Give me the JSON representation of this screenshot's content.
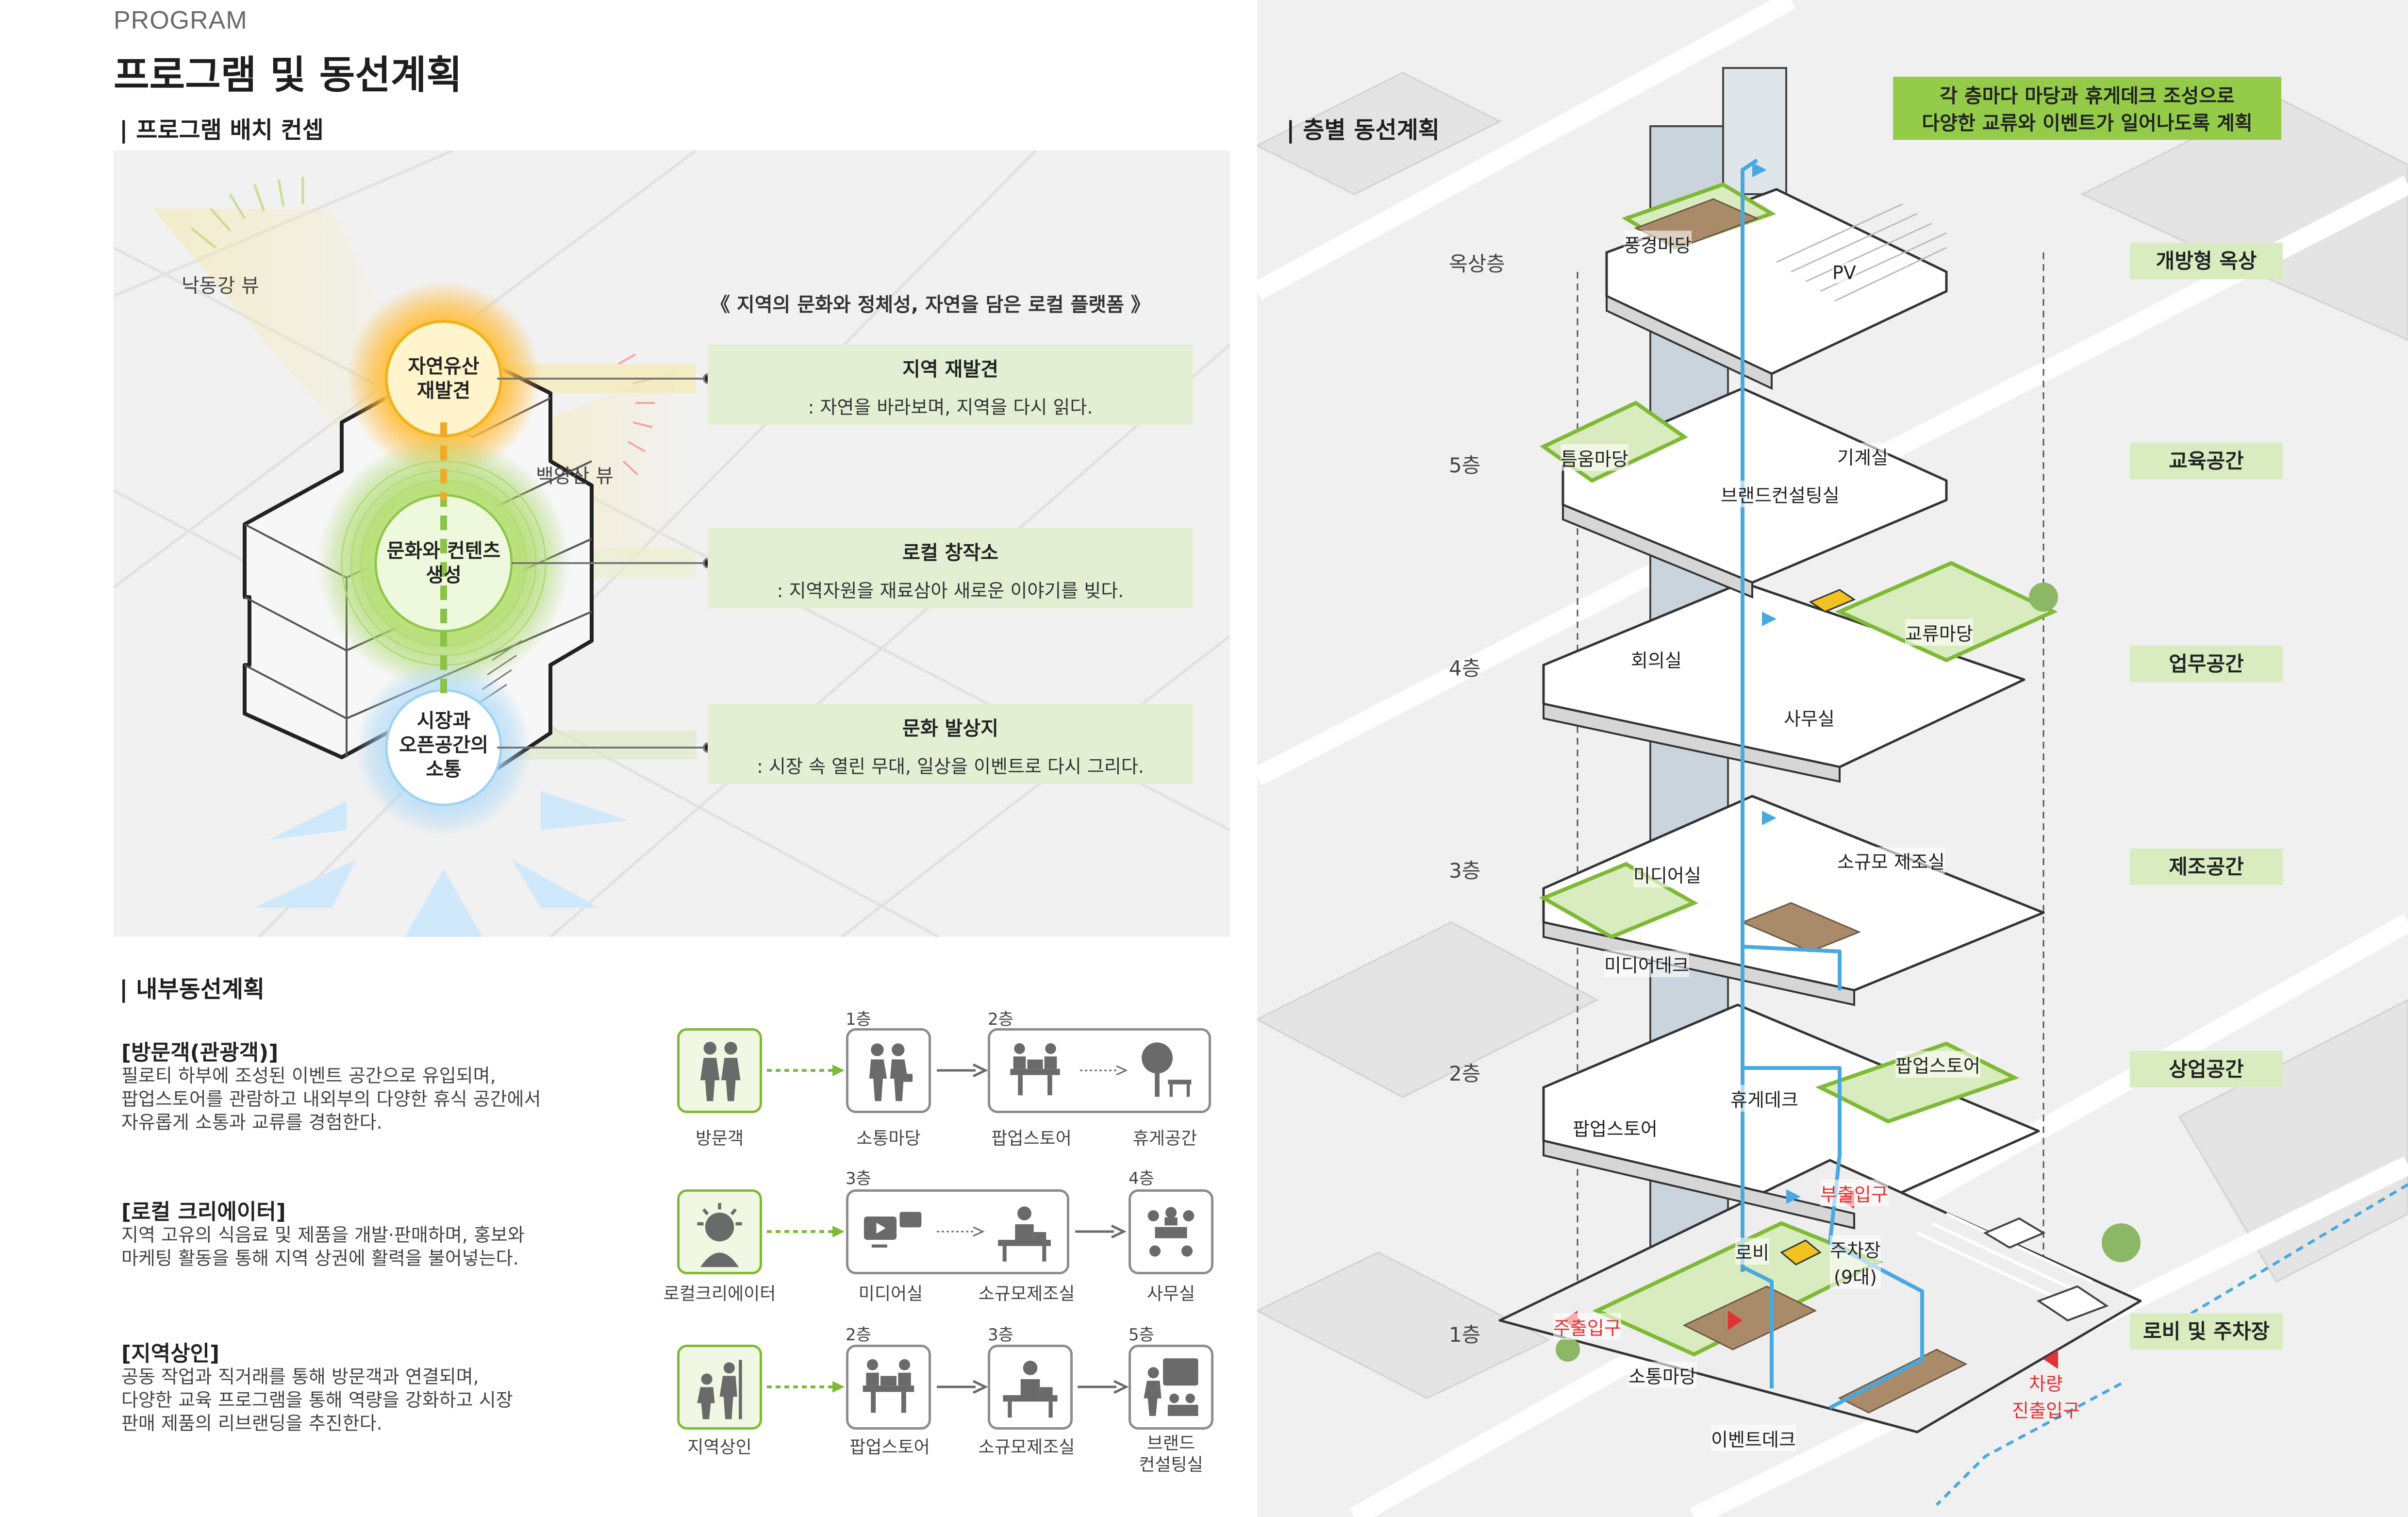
{
  "header": {
    "kicker": "PROGRAM",
    "title": "프로그램 및 동선계획"
  },
  "concept": {
    "section_title": "| 프로그램 배치 컨셉",
    "view_nakdong": "낙동강 뷰",
    "view_baekyang": "백양산 뷰",
    "subtitle": "《 지역의 문화와 정체성, 자연을 담은 로컬 플랫폼 》",
    "circles": [
      {
        "line1": "자연유산",
        "line2": "재발견"
      },
      {
        "line1": "문화와 컨텐츠",
        "line2": "생성"
      },
      {
        "line1": "시장과",
        "line2": "오픈공간의",
        "line3": "소통"
      }
    ],
    "boxes": [
      {
        "title": "지역 재발견",
        "desc": ": 자연을 바라보며, 지역을 다시 읽다."
      },
      {
        "title": "로컬 창작소",
        "desc": ": 지역자원을 재료삼아 새로운 이야기를 빚다."
      },
      {
        "title": "문화 발상지",
        "desc": ": 시장 속 열린 무대, 일상을 이벤트로 다시 그리다."
      }
    ]
  },
  "circulation": {
    "section_title": "| 내부동선계획",
    "personas": [
      {
        "heading": "[방문객(관광객)]",
        "desc": [
          "필로티 하부에 조성된 이벤트 공간으로 유입되며,",
          "팝업스토어를 관람하고 내외부의 다양한 휴식 공간에서",
          "자유롭게 소통과 교류를 경험한다."
        ],
        "icon": "visitor-icon",
        "label": "방문객",
        "steps": [
          {
            "floor": "1층",
            "label": "소통마당",
            "icon": "meeting-people-icon"
          },
          {
            "floor": "2층",
            "label": "팝업스토어",
            "icon": "popup-store-icon"
          },
          {
            "floor": "",
            "label": "휴게공간",
            "icon": "tree-bench-icon"
          }
        ]
      },
      {
        "heading": "[로컬 크리에이터]",
        "desc": [
          "지역 고유의 식음료 및 제품을 개발·판매하며, 홍보와",
          "마케팅 활동을 통해 지역 상권에 활력을 불어넣는다."
        ],
        "icon": "creator-icon",
        "label": "로컬크리에이터",
        "steps": [
          {
            "floor": "3층",
            "label": "미디어실",
            "icon": "media-icon"
          },
          {
            "floor": "",
            "label": "소규모제조실",
            "icon": "workshop-icon"
          },
          {
            "floor": "4층",
            "label": "사무실",
            "icon": "office-icon"
          }
        ]
      },
      {
        "heading": "[지역상인]",
        "desc": [
          "공동 작업과 직거래를 통해 방문객과 연결되며,",
          "다양한 교육 프로그램을 통해 역량을 강화하고 시장",
          "판매 제품의 리브랜딩을 추진한다."
        ],
        "icon": "merchant-icon",
        "label": "지역상인",
        "steps": [
          {
            "floor": "2층",
            "label": "팝업스토어",
            "icon": "popup-store-icon"
          },
          {
            "floor": "3층",
            "label": "소규모제조실",
            "icon": "workshop-icon"
          },
          {
            "floor": "5층",
            "label": "브랜드\n컨설팅실",
            "icon": "presentation-icon"
          }
        ]
      }
    ]
  },
  "floors": {
    "section_title": "| 층별 동선계획",
    "callout": [
      "각 층마다 마당과 휴게데크 조성으로",
      "다양한 교류와 이벤트가 일어나도록 계획"
    ],
    "levels": [
      {
        "floor": "옥상층",
        "band": "개방형 옥상"
      },
      {
        "floor": "5층",
        "band": "교육공간"
      },
      {
        "floor": "4층",
        "band": "업무공간"
      },
      {
        "floor": "3층",
        "band": "제조공간"
      },
      {
        "floor": "2층",
        "band": "상업공간"
      },
      {
        "floor": "1층",
        "band": "로비 및 주차장"
      }
    ],
    "tags": {
      "pungyeong": "풍경마당",
      "pv": "PV",
      "teum": "틈움마당",
      "brand": "브랜드컨설팅실",
      "mechanical": "기계실",
      "meeting": "회의실",
      "exchange": "교류마당",
      "office": "사무실",
      "media": "미디어실",
      "small_fab": "소규모 제조실",
      "media_deck": "미디어데크",
      "popup_a": "팝업스토어",
      "popup_b": "팝업스토어",
      "rest_deck": "휴게데크",
      "sub_entrance": "부출입구",
      "lobby": "로비",
      "parking": "주차장",
      "parking_count": "(9대)",
      "main_entrance": "주출입구",
      "sotong": "소통마당",
      "event_deck": "이벤트데크",
      "vehicle1": "차량",
      "vehicle2": "진출입구"
    }
  },
  "colors": {
    "green": "#7fb935",
    "light_green": "#e3efd3",
    "band_green": "#d8ecc0",
    "route_blue": "#4aa8e0",
    "entrance_red": "#e03232"
  }
}
